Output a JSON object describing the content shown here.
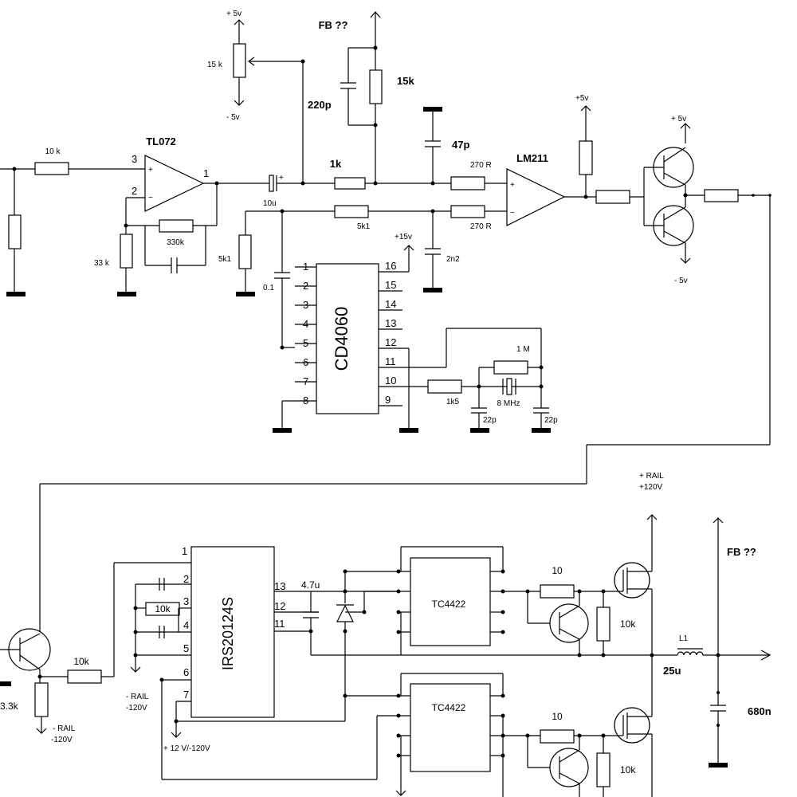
{
  "labels": {
    "tl072": "TL072",
    "lm211": "LM211",
    "cd4060": "CD4060",
    "irs": "IRS20124S",
    "tc_a": "TC4422",
    "tc_b": "TC4422",
    "fb_top": "FB ??",
    "fb_bottom": "FB ??",
    "r_in": "10 k",
    "r_in_gnd": "",
    "r_33k": "33 k",
    "r_330k": "330k",
    "r_pot": "15 k",
    "c_220p": "220p",
    "r_15k": "15k",
    "c_10u": "10u",
    "r_1k": "1k",
    "r_5k1_a": "5k1",
    "r_5k1_b": "5k1",
    "c_01": "0.1",
    "c_47p": "47p",
    "c_2n2": "2n2",
    "r_270_a": "270 R",
    "r_270_b": "270 R",
    "r_1m": "1 M",
    "r_1k5": "1k5",
    "c_22p_a": "22p",
    "c_22p_b": "22p",
    "xtal": "8 MHz",
    "pos5v_pot": "+ 5v",
    "neg5v_pot": "-  5v",
    "pos5v_lm": "+5v",
    "pos5v_buf": "+  5v",
    "neg5v_buf": "-  5v",
    "pos15v": "+15v",
    "rail_pos_1": "+ RAIL",
    "rail_pos_2": "+120V",
    "rail_neg_a1": "- RAIL",
    "rail_neg_a2": "-120V",
    "rail_neg_b1": "- RAIL",
    "rail_neg_b2": "-120V",
    "supply_irs": "+ 12 V/-120V",
    "r_10k_base": "10k",
    "r_3_3k": "3.3k",
    "r_10k_irs": "10k",
    "c_4_7u": "4.7u",
    "r_10_a": "10",
    "r_10_b": "10",
    "r_10k_gate_a": "10k",
    "r_10k_gate_b": "10k",
    "l1": "L1",
    "l_val": "25u",
    "c_680n": "680n",
    "op_pin3": "3",
    "op_pin2": "2",
    "op_pin1": "1",
    "op_plus": "+",
    "op_minus": "−",
    "cmp_plus": "+",
    "cmp_minus": "−",
    "cap_plus": "+",
    "cd_left_pins": [
      "1",
      "2",
      "3",
      "4",
      "5",
      "6",
      "7",
      "8"
    ],
    "cd_right_pins": [
      "16",
      "15",
      "14",
      "13",
      "12",
      "11",
      "10",
      "9"
    ],
    "irs_left_pins": [
      "1",
      "2",
      "3",
      "4",
      "5",
      "6",
      "7"
    ],
    "irs_right_pins": [
      "13",
      "12",
      "11"
    ]
  }
}
